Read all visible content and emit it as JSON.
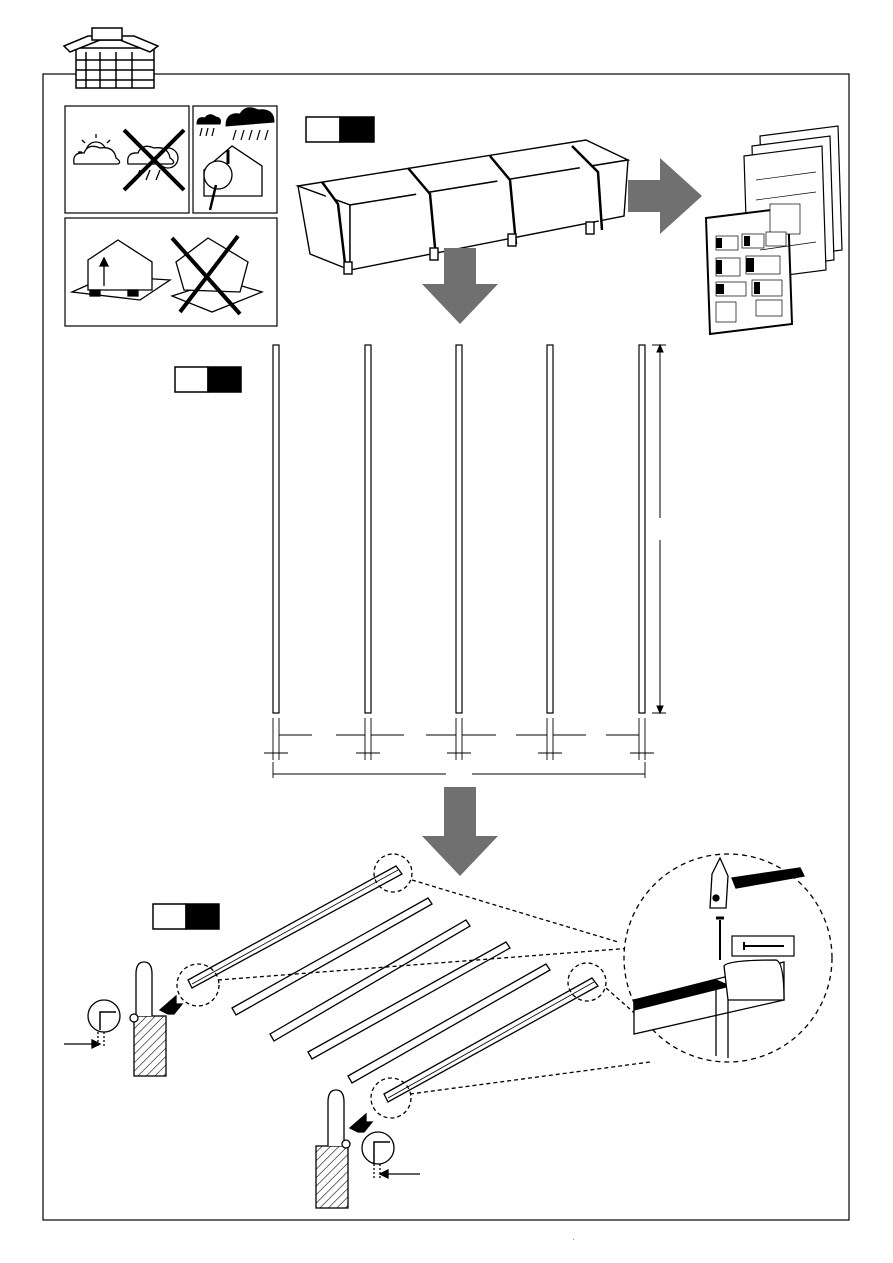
{
  "page": {
    "background": "#ffffff",
    "ink": "#000000",
    "arrow_color": "#707070",
    "footer_dot": "."
  },
  "icons": {
    "header": "shed-icon",
    "weather_good": "sun-cloud-icon",
    "weather_bad": "rain-cloud-crossed-icon",
    "storm": "storm-icon",
    "moisture": "moisture-meter-icon",
    "foundation_ok": "level-foundation-icon",
    "foundation_bad": "uneven-foundation-crossed-icon",
    "package": "timber-package-icon",
    "manual": "instruction-manual-icon",
    "hammer": "hammer-icon",
    "nail": "nail-icon"
  },
  "steps": [
    {
      "id": "step-1",
      "badge": "black-white-badge"
    },
    {
      "id": "step-2",
      "badge": "black-white-badge"
    },
    {
      "id": "step-3",
      "badge": "black-white-badge"
    }
  ],
  "beams_count": 5,
  "floor_joists_count": 6
}
